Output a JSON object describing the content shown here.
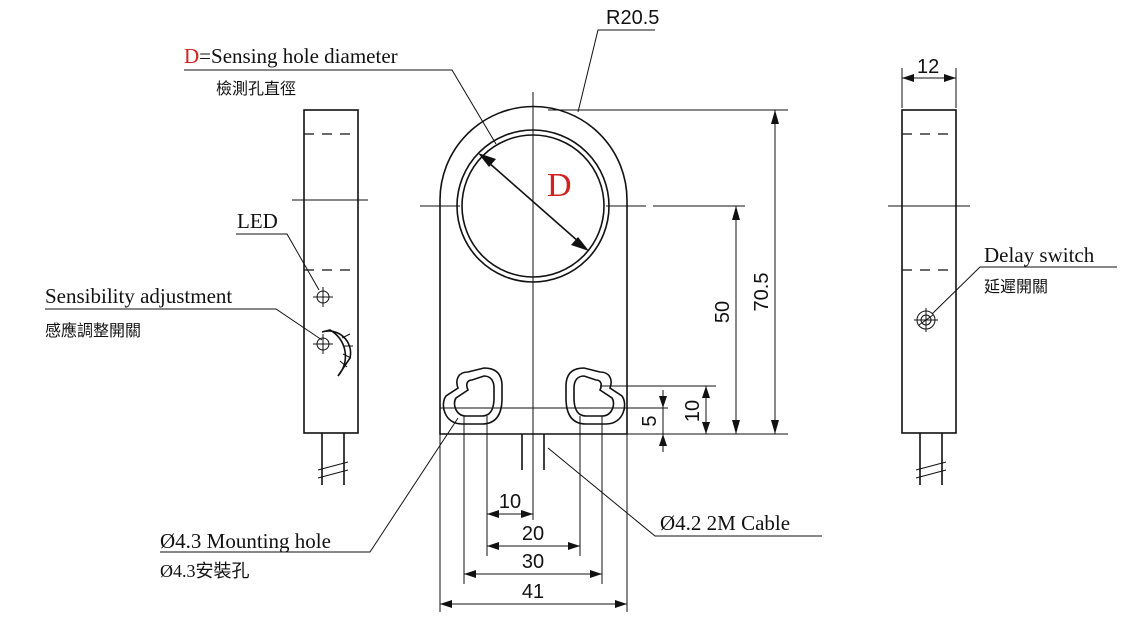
{
  "labels": {
    "sensing_prefix": "D",
    "sensing_en": "=Sensing hole diameter",
    "sensing_zh": "檢測孔直徑",
    "big_d": "D",
    "led": "LED",
    "sensibility_en": "Sensibility adjustment",
    "sensibility_zh": "感應調整開關",
    "delay_en": "Delay switch",
    "delay_zh": "延遲開關",
    "mount_en": "Ø4.3 Mounting hole",
    "mount_zh": "Ø4.3安裝孔",
    "cable_en": "Ø4.2 2M Cable"
  },
  "dimensions": {
    "radius": "R20.5",
    "width_side": "12",
    "height_total": "70.5",
    "height_center": "50",
    "d10_right": "10",
    "d5_right": "5",
    "d10_bottom": "10",
    "d20": "20",
    "d30": "30",
    "d41": "41"
  },
  "colors": {
    "line": "#111111",
    "accent": "#d32020"
  }
}
